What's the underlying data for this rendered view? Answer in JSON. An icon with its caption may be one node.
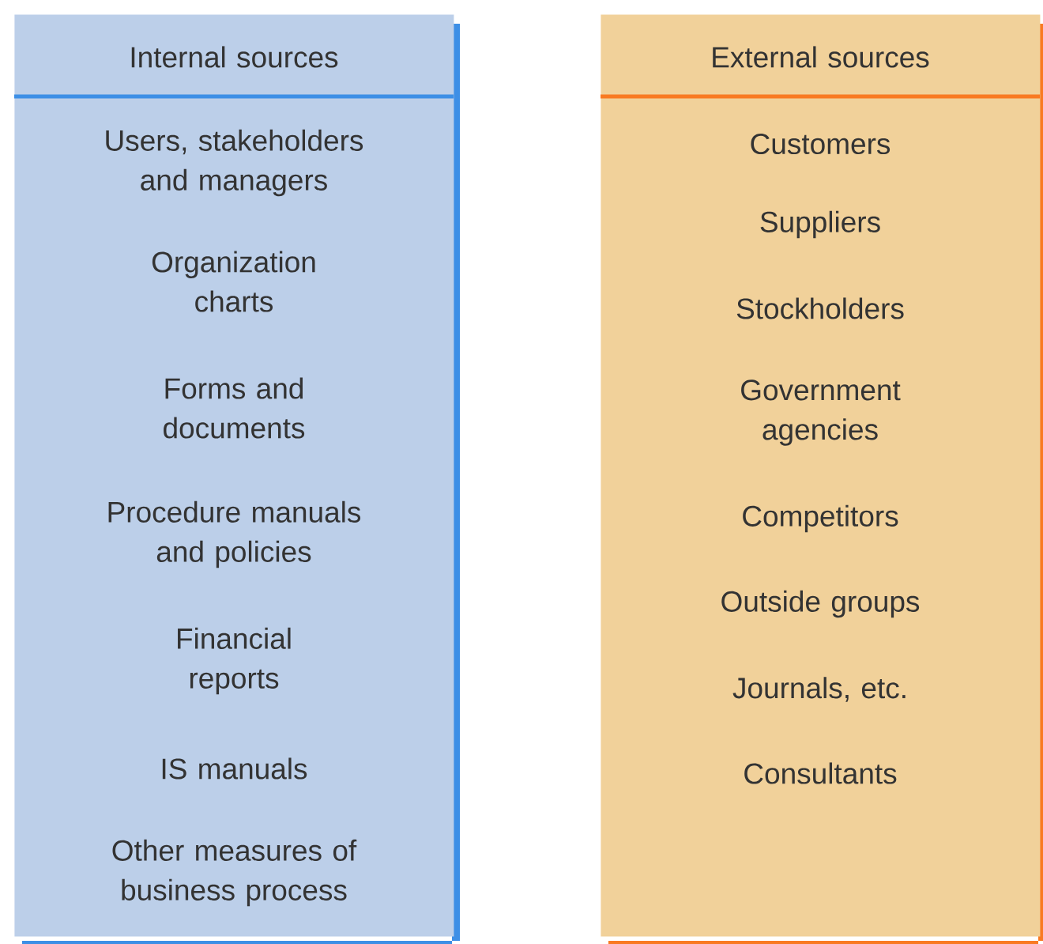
{
  "diagram": {
    "nodes": [
      {
        "text": [
          "Internal sources",
          "Users, stakeholders and managers",
          "Organization charts",
          "Forms and documents",
          "Procedure manuals and policies",
          "Financial reports",
          "IS manuals",
          "Other measures of business process"
        ]
      },
      {
        "text": [
          "External sources",
          "Customers",
          "Suppliers",
          "Stockholders",
          "Government agencies",
          "Competitors",
          "Outside groups",
          "Journals, etc.",
          "Consultants"
        ]
      }
    ]
  }
}
